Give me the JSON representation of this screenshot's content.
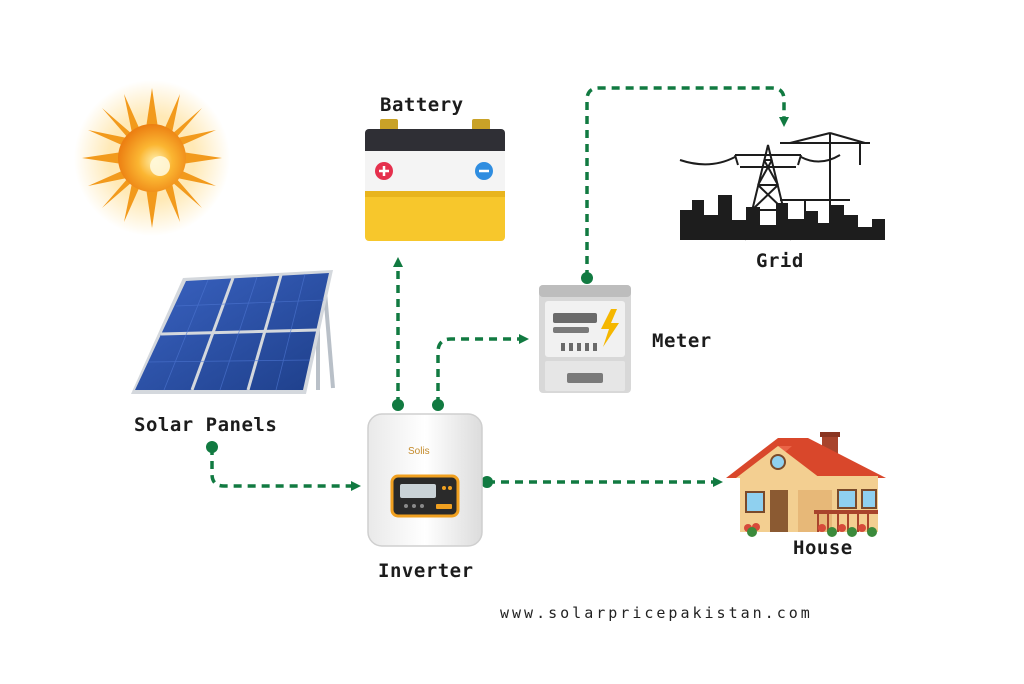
{
  "labels": {
    "battery": "Battery",
    "grid": "Grid",
    "meter": "Meter",
    "solar_panels": "Solar Panels",
    "inverter": "Inverter",
    "house": "House"
  },
  "website": "www.solarpricepakistan.com",
  "inverter_brand": "Solis",
  "colors": {
    "connector": "#117a41",
    "sun": "#f4a11d",
    "battery_yellow": "#f7c72c",
    "panel_blue": "#2b4d9e",
    "roof": "#d9472b",
    "meter_bolt": "#f5b700"
  },
  "icons": [
    "sun-icon",
    "battery-icon",
    "grid-tower-icon",
    "meter-icon",
    "solar-panel-icon",
    "inverter-icon",
    "house-icon"
  ]
}
